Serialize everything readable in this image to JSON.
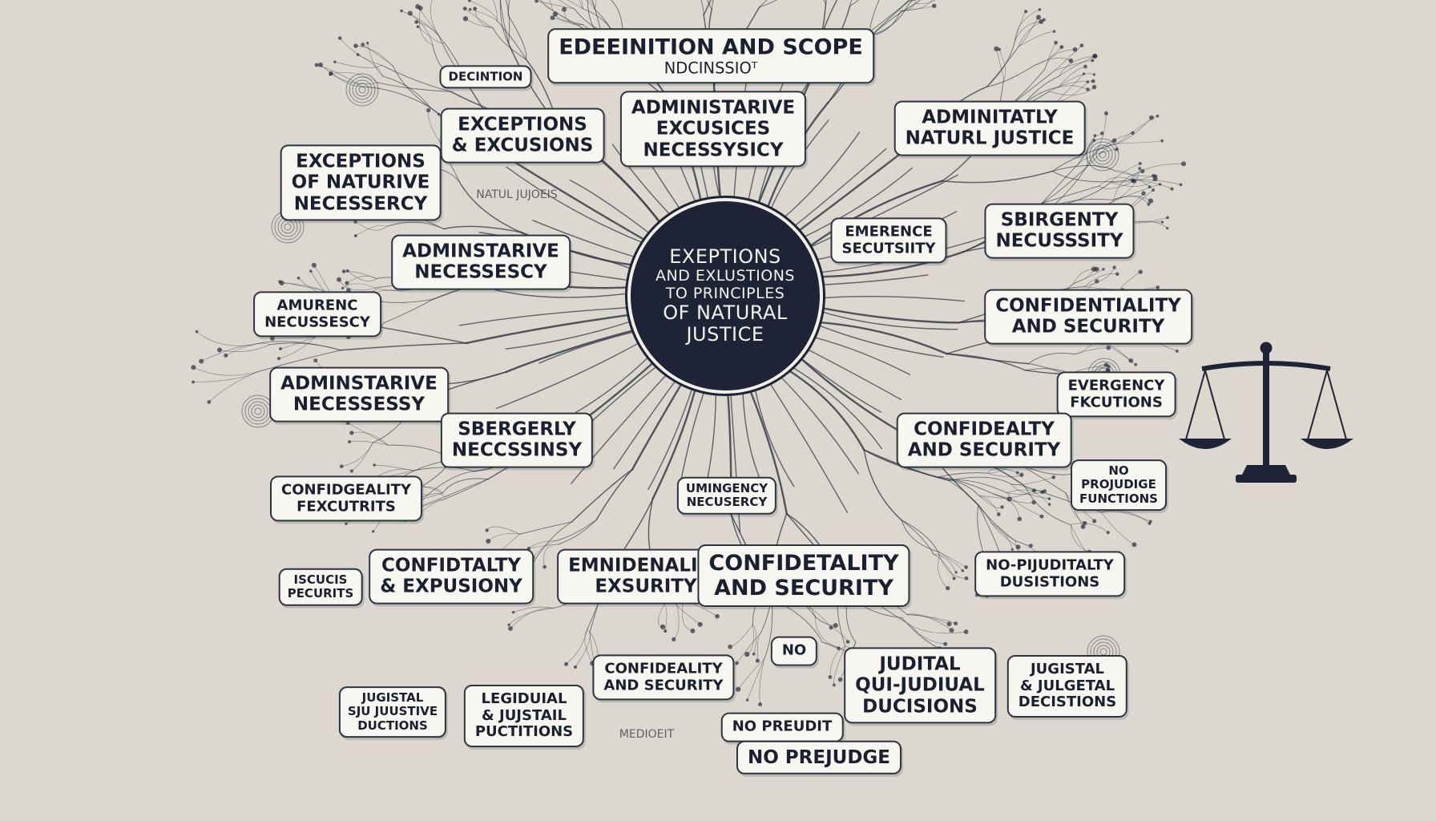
{
  "center": {
    "lines": [
      "EXEPTIONS",
      "AND EXLUSTIONS",
      "TO PRINCIPLES",
      "OF NATURAL",
      "JUSTICE"
    ]
  },
  "nodes": [
    {
      "l1": "EDEEINITION AND SCOPE",
      "l2": "NDCINSSIOᵀ",
      "l3": ""
    },
    {
      "l1": "DECINTION",
      "l2": "",
      "l3": ""
    },
    {
      "l1": "EXCEPTIONS",
      "l2": "& EXCUSIONS",
      "l3": ""
    },
    {
      "l1": "ADMINISTARIVE",
      "l2": "EXCUSICES",
      "l3": "NECESSYSICY"
    },
    {
      "l1": "ADMINITATLY",
      "l2": "NATURL JUSTICE",
      "l3": ""
    },
    {
      "l1": "EXCEPTIONS",
      "l2": "OF NATURIVE",
      "l3": "NECESSERCY"
    },
    {
      "l1": "EMERENCE",
      "l2": "SECUTSIITY",
      "l3": ""
    },
    {
      "l1": "SBIRGENTY",
      "l2": "NECUSSSITY",
      "l3": ""
    },
    {
      "l1": "ADMINSTARIVE",
      "l2": "NECESSESCY",
      "l3": ""
    },
    {
      "l1": "AMURENC",
      "l2": "NECUSSESCY",
      "l3": ""
    },
    {
      "l1": "CONFIDENTIALITY",
      "l2": "AND SECURITY",
      "l3": ""
    },
    {
      "l1": "ADMINSTARIVE",
      "l2": "NECESSESSY",
      "l3": ""
    },
    {
      "l1": "EVERGENCY",
      "l2": "FKCUTIONS",
      "l3": ""
    },
    {
      "l1": "SBERGERLY",
      "l2": "NECCSSINSY",
      "l3": ""
    },
    {
      "l1": "CONFIDEALTY",
      "l2": "AND SECURITY",
      "l3": ""
    },
    {
      "l1": "NO",
      "l2": "PROJUDIGE",
      "l3": "FUNCTIONS"
    },
    {
      "l1": "CONFIDGEALITY",
      "l2": "FEXCUTRITS",
      "l3": ""
    },
    {
      "l1": "UMINGENCY",
      "l2": "NECUSERCY",
      "l3": ""
    },
    {
      "l1": "ISCUCIS",
      "l2": "PECURITS",
      "l3": ""
    },
    {
      "l1": "CONFIDTALTY",
      "l2": "& EXPUSIONY",
      "l3": ""
    },
    {
      "l1": "EMNIDENALITY",
      "l2": "EXSURITY",
      "l3": ""
    },
    {
      "l1": "CONFIDETALITY",
      "l2": "AND SECURITY",
      "l3": ""
    },
    {
      "l1": "NO-PIJUDITALTY",
      "l2": "DUSISTIONS",
      "l3": ""
    },
    {
      "l1": "NO",
      "l2": "",
      "l3": ""
    },
    {
      "l1": "CONFIDEALITY",
      "l2": "AND SECURITY",
      "l3": ""
    },
    {
      "l1": "JUDITAL",
      "l2": "QUI-JUDIUAL",
      "l3": "DUCISIONS"
    },
    {
      "l1": "JUGISTAL",
      "l2": "& JULGETAL",
      "l3": "DECISTIONS"
    },
    {
      "l1": "JUGISTAL",
      "l2": "SJU JUUSTIVE",
      "l3": "DUCTIONS"
    },
    {
      "l1": "LEGIDUIAL",
      "l2": "& JUJSTAIL",
      "l3": "PUCTITIONS"
    },
    {
      "l1": "NO PREUDIT",
      "l2": "",
      "l3": ""
    },
    {
      "l1": "NO PREJUDGE",
      "l2": "",
      "l3": ""
    }
  ],
  "ghost_labels": [
    "NATUL JUJOEIS",
    "MEDIOEIT"
  ],
  "colors": {
    "ink": "#1e2336",
    "background": "#dcd8d0",
    "card": "#f8f6f1"
  },
  "icons": [
    "scales-of-justice-icon"
  ]
}
